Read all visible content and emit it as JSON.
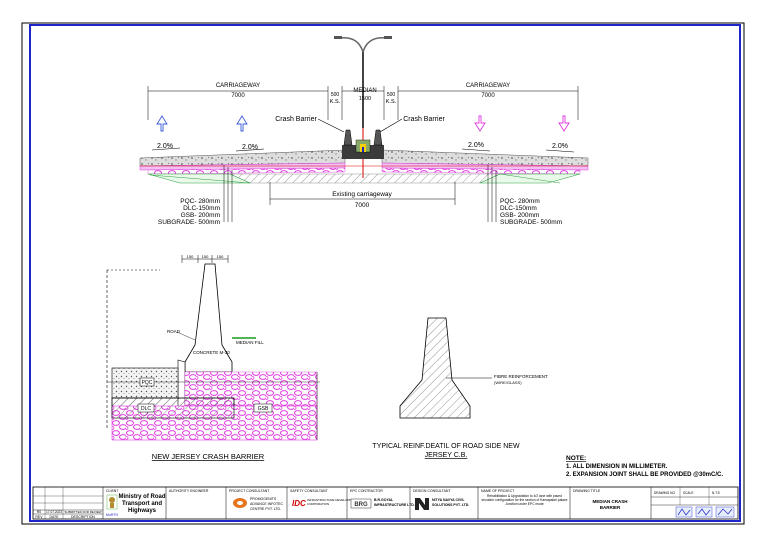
{
  "cross_section": {
    "carriageway_label": "CARRIAGEWAY",
    "carriageway_value": "7000",
    "median_label": "MEDIAN",
    "median_value": "1500",
    "ks_label": "K.S.",
    "ks_value": "500",
    "crash_barrier_label": "Crash Barrier",
    "slope_label": "2.0%",
    "pavement_layers": [
      "PQC- 280mm",
      "DLC-150mm",
      "GSB- 200mm",
      "SUBGRADE- 500mm"
    ],
    "existing_label": "Existing carriageway",
    "existing_value": "7000"
  },
  "barrier_detail": {
    "dim_top": [
      "150",
      "150",
      "150"
    ],
    "road_label": "ROAD",
    "median_fill_label": "MEDIAN FILL",
    "concrete_label": "CONCRETE M-30",
    "pqc_label": "PQC",
    "dlc_label": "DLC",
    "gsb_label": "GSB",
    "title": "NEW JERSEY CRASH BARRIER"
  },
  "reinf_detail": {
    "note": "FIBRE REINFORCEMENT",
    "note_sub": "(WIRE/GLASS)",
    "title_line1": "TYPICAL REINF.DEATIL OF ROAD SIDE NEW",
    "title_line2": "JERSEY C.B."
  },
  "notes": {
    "heading": "NOTE:",
    "items": [
      "1. ALL DIMENSION IN MILLIMETER.",
      "2. EXPANSION JOINT SHALL BE PROVIDED @30mC/C."
    ]
  },
  "title_block": {
    "client_label": "CLIENT",
    "client_name": [
      "Ministry of Road",
      "Transport and",
      "Highways"
    ],
    "morth_short": "MoRTH",
    "authority_label": "AUTHORITY ENGINEER",
    "project_consultant_label": "PROJECT CONSULTANT",
    "project_consultant": [
      "PROMOGENITS",
      "ADVANCE INFOTEC",
      "CENTRE PVT. LTD."
    ],
    "safety_label": "SAFETY CONSULTANT",
    "idc_name": "IDC",
    "idc_text": [
      "INFRASTRUCTURE DEVELOPMENT",
      "CORPORATION"
    ],
    "epc_label": "EPC CONTRACTOR",
    "epc_logo": "BRG",
    "epc_name": [
      "B.R.GOYAL",
      "INFRASTRUCTURE LTD."
    ],
    "design_label": "DESIGN CONSULTANT",
    "design_name": [
      "NITYA NAVYA CIVIL",
      "SOLUTIONS PVT. LTD."
    ],
    "project_label": "NAME OF PROJECT",
    "project_text": "Rehabilitation & Upgradation to 4/2 lane with paved shoulder configuration for the section of Kamapalari palace Junction under EPC mode",
    "drawing_label": "DRAWING TITLE",
    "drawing_title": [
      "MEDIAN CRASH",
      "BARRIER"
    ],
    "rev_headers": [
      "REV",
      "DATE",
      "DESCRIPTION"
    ],
    "rev_row": [
      "R0",
      "17.07.2023",
      "SUBMITTED FOR REVIEW"
    ],
    "sheet_label": "DRAWING NO",
    "scale_label": "SCALE",
    "scale_value": "N.T.S"
  }
}
